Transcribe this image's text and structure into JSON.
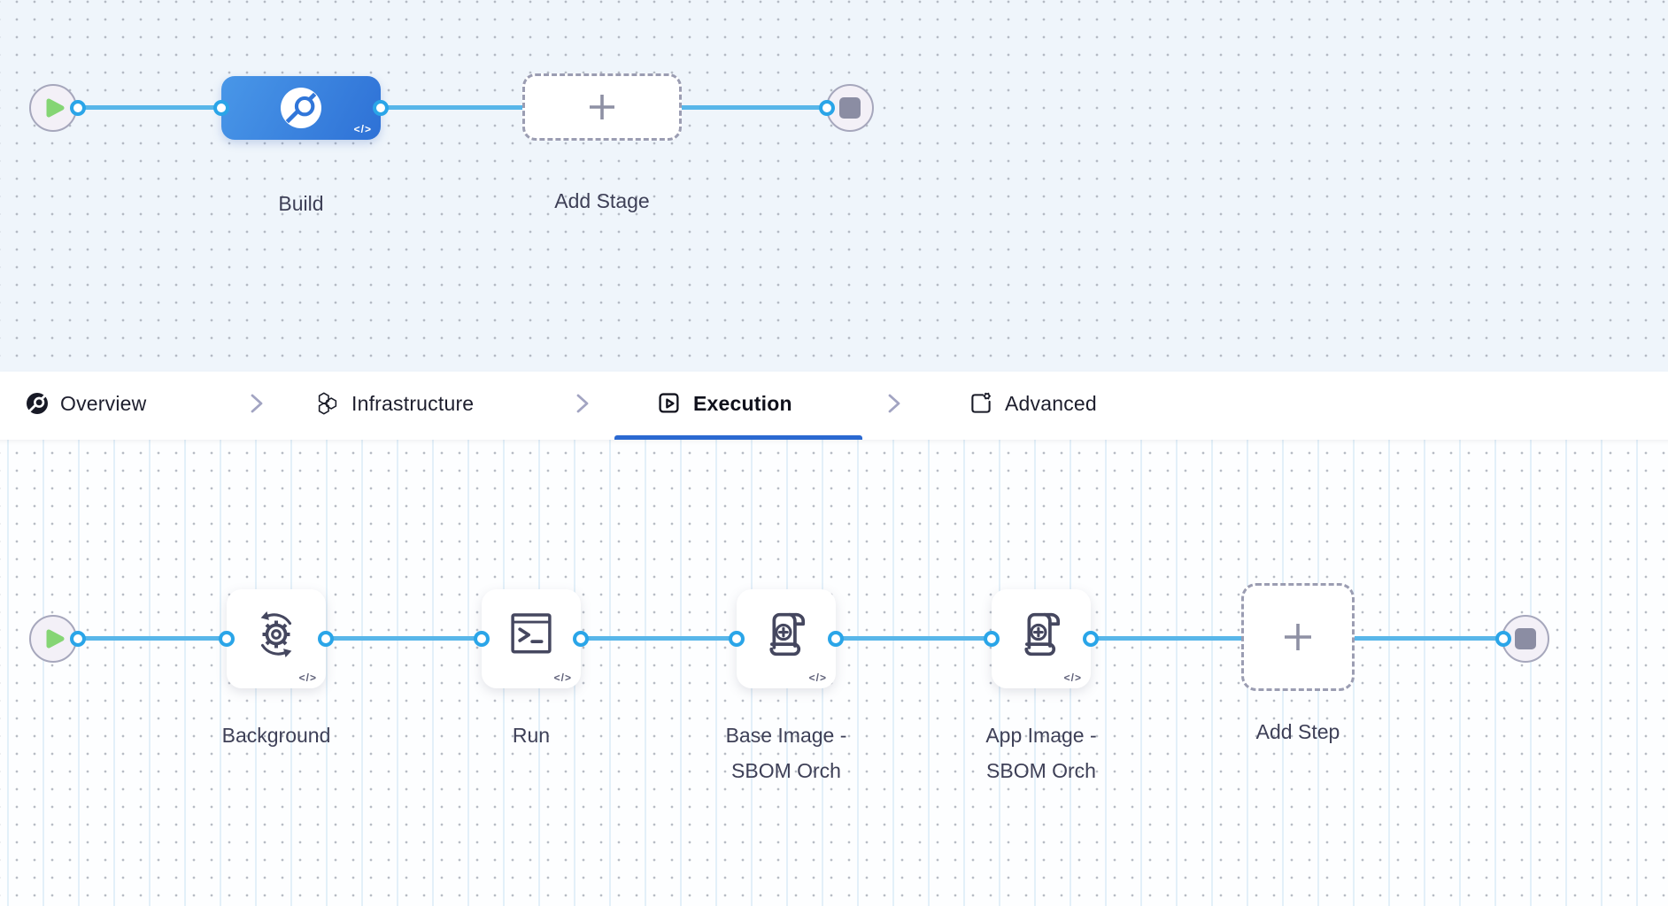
{
  "canvas_top": {
    "stage": {
      "label": "Build",
      "icon": "ci-build-icon",
      "code_glyph": "</>"
    },
    "add_stage": {
      "label": "Add Stage",
      "icon": "plus-icon"
    },
    "start_node_icon": "play-icon",
    "end_node_icon": "stop-icon"
  },
  "tabbar": {
    "tabs": [
      {
        "label": "Overview",
        "icon": "ci-overview-icon",
        "active": false
      },
      {
        "label": "Infrastructure",
        "icon": "hexagons-icon",
        "active": false
      },
      {
        "label": "Execution",
        "icon": "play-square-icon",
        "active": true
      },
      {
        "label": "Advanced",
        "icon": "page-gear-icon",
        "active": false
      }
    ],
    "separator_icon": "chevron-right-icon"
  },
  "canvas_bottom": {
    "steps": [
      {
        "label": "Background",
        "icon": "sync-gear-icon",
        "code_glyph": "</>"
      },
      {
        "label": "Run",
        "icon": "terminal-icon",
        "code_glyph": "</>"
      },
      {
        "label": "Base Image - SBOM Orch",
        "icon": "sbom-scroll-icon",
        "code_glyph": "</>"
      },
      {
        "label": "App Image - SBOM Orch",
        "icon": "sbom-scroll-icon",
        "code_glyph": "</>"
      }
    ],
    "add_step": {
      "label": "Add Step",
      "icon": "plus-icon"
    },
    "start_node_icon": "play-icon",
    "end_node_icon": "stop-icon"
  },
  "colors": {
    "connector_line": "#58b6e9",
    "connector_dot_ring": "#2aa5e8",
    "stage_blue_start": "#4997e8",
    "stage_blue_end": "#2e71d6",
    "active_tab_underline": "#2b69d1",
    "start_play_green": "#85d574",
    "end_stop_gray": "#8b8da3",
    "canvas_top_bg": "#eff5fb",
    "canvas_bottom_bg": "#fdfeff",
    "node_label_text": "#3e4057",
    "tab_text": "#1d1e2d"
  }
}
